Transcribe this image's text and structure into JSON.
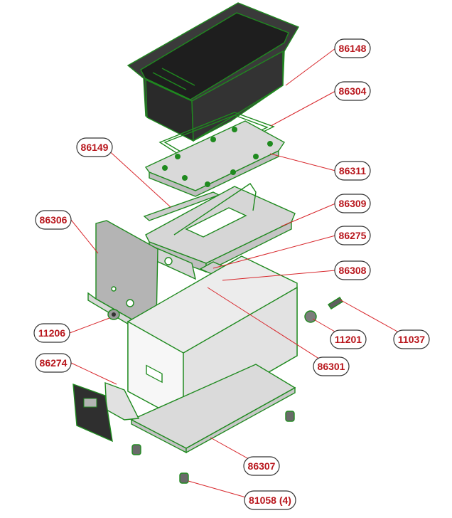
{
  "callouts": [
    {
      "id": "c86148",
      "label": "86148"
    },
    {
      "id": "c86304",
      "label": "86304"
    },
    {
      "id": "c86149",
      "label": "86149"
    },
    {
      "id": "c86311",
      "label": "86311"
    },
    {
      "id": "c86309",
      "label": "86309"
    },
    {
      "id": "c86306",
      "label": "86306"
    },
    {
      "id": "c86275",
      "label": "86275"
    },
    {
      "id": "c86308",
      "label": "86308"
    },
    {
      "id": "c11206",
      "label": "11206"
    },
    {
      "id": "c11201",
      "label": "11201"
    },
    {
      "id": "c11037",
      "label": "11037"
    },
    {
      "id": "c86301",
      "label": "86301"
    },
    {
      "id": "c86274",
      "label": "86274"
    },
    {
      "id": "c86307",
      "label": "86307"
    },
    {
      "id": "c81058",
      "label": "81058 (4)"
    }
  ],
  "colors": {
    "part_outline": "#1f8a1f",
    "leader_line": "#d8272c",
    "label_text": "#b8161c",
    "tank_fill": "#2b2b2b",
    "panel_fill": "#cfcfcf"
  }
}
